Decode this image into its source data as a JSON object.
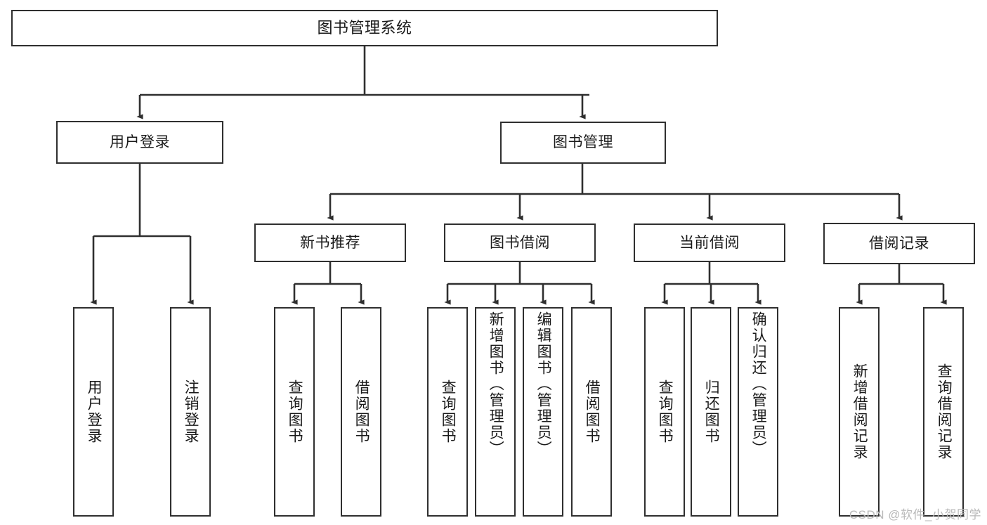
{
  "diagram": {
    "title": "图书管理系统",
    "type": "tree-hierarchy",
    "watermark": "CSDN @软件_小贺同学",
    "colors": {
      "stroke": "#2f2f2f",
      "fill": "#ffffff",
      "text": "#1a1a1a",
      "watermark": "#b9b9b9"
    },
    "levels": {
      "level0": {
        "label": "图书管理系统"
      },
      "level1": [
        {
          "label": "用户登录"
        },
        {
          "label": "图书管理"
        }
      ],
      "level2": [
        {
          "label": "新书推荐"
        },
        {
          "label": "图书借阅"
        },
        {
          "label": "当前借阅"
        },
        {
          "label": "借阅记录"
        }
      ]
    },
    "leaves": {
      "user_login": [
        {
          "label": "用户登录"
        },
        {
          "label": "注销登录"
        }
      ],
      "new_book_recommend": [
        {
          "label": "查询图书"
        },
        {
          "label": "借阅图书"
        }
      ],
      "book_borrow": [
        {
          "label": "查询图书"
        },
        {
          "label": "新增图书（管理员）"
        },
        {
          "label": "编辑图书（管理员）"
        },
        {
          "label": "借阅图书"
        }
      ],
      "current_borrow": [
        {
          "label": "查询图书"
        },
        {
          "label": "归还图书"
        },
        {
          "label": "确认归还（管理员）"
        }
      ],
      "borrow_record": [
        {
          "label": "新增借阅记录"
        },
        {
          "label": "查询借阅记录"
        }
      ]
    }
  }
}
